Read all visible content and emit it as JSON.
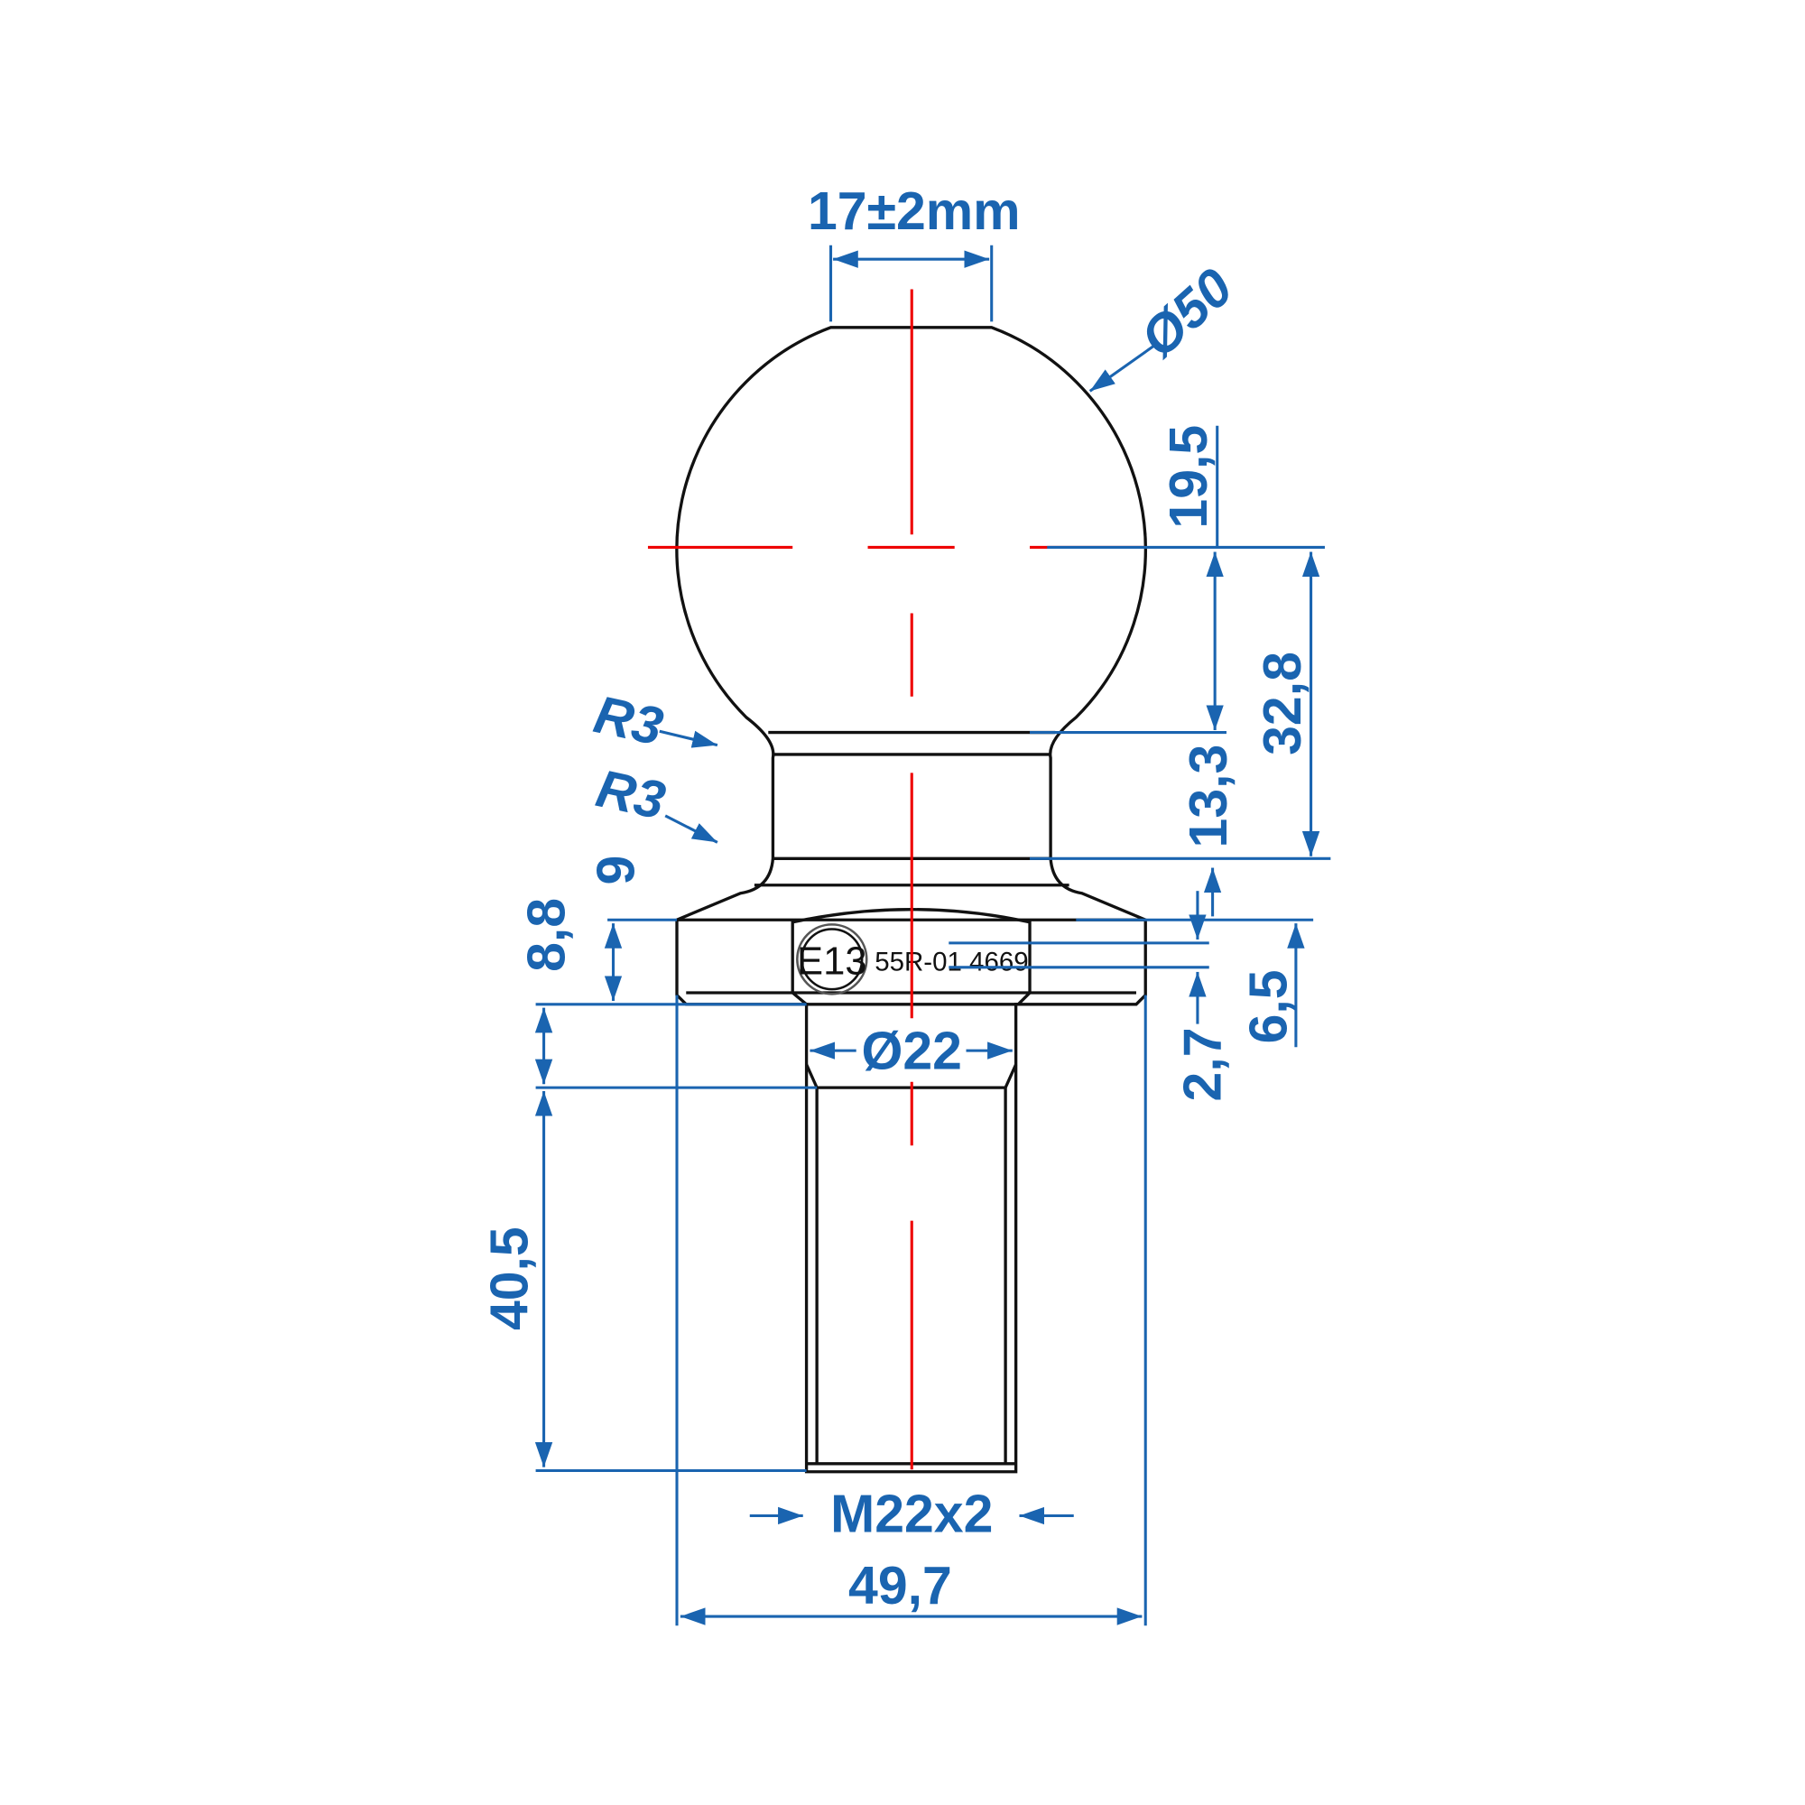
{
  "drawing": {
    "colors": {
      "dimension": "#1a64b0",
      "centerline": "#e00000",
      "outline": "#111111"
    },
    "dimensions": {
      "top_flat_width": "17±2mm",
      "ball_diameter": "Ø50",
      "ball_center_to_top_offset": "19,5",
      "ball_center_to_flange": "32,8",
      "neck_height": "13,3",
      "fillet_radius_upper": "R3",
      "fillet_radius_lower": "R3",
      "cone_height": "9",
      "flange_height": "8,8",
      "flange_offset_right": "6,5",
      "marking_height": "2,7",
      "shank_diameter": "Ø22",
      "thread_length": "40,5",
      "thread": "M22x2",
      "flange_width": "49,7"
    },
    "marking": {
      "approval_mark": "E13",
      "approval_number": "55R-01 4669"
    }
  }
}
